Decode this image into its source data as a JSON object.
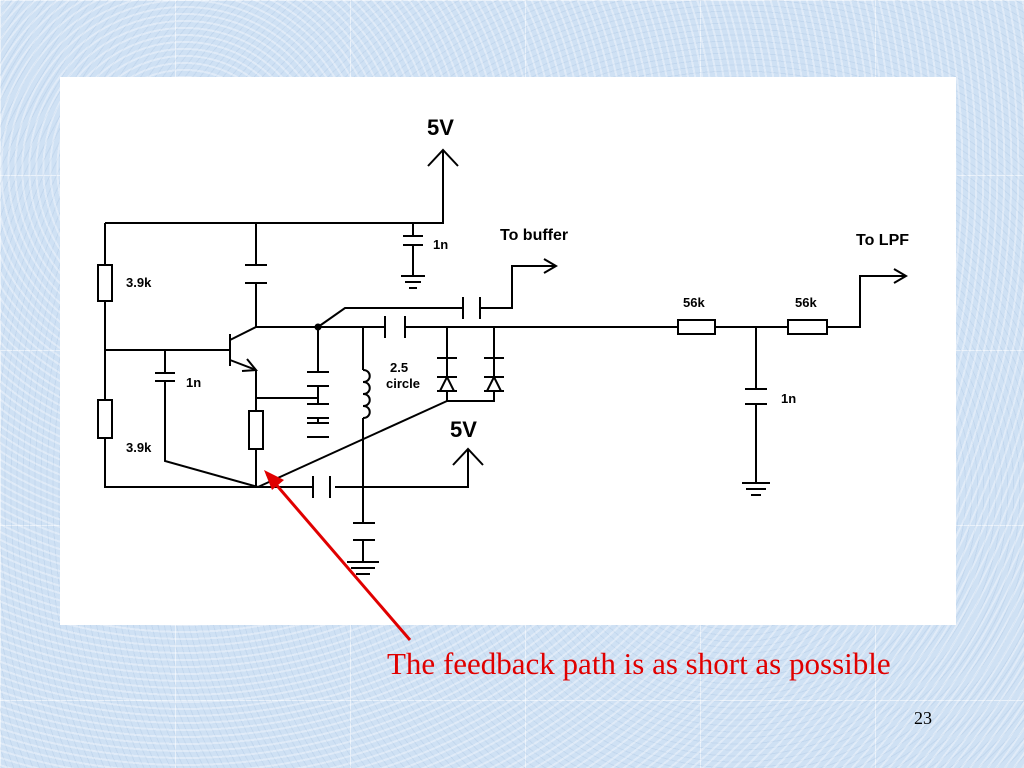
{
  "slide": {
    "caption": "The feedback path is as short as possible",
    "number": "23"
  },
  "circuit": {
    "supply_top": "5V",
    "supply_mid": "5V",
    "r_upper": "3.9k",
    "r_lower": "3.9k",
    "c_base": "1n",
    "c_decouple": "1n",
    "inductor": "2.5 circle",
    "to_buffer": "To buffer",
    "r_filter_1": "56k",
    "r_filter_2": "56k",
    "c_filter": "1n",
    "to_lpf": "To LPF"
  },
  "colors": {
    "arrow": "#e00000",
    "caption": "#e00000",
    "background": "#cfe1f4"
  }
}
